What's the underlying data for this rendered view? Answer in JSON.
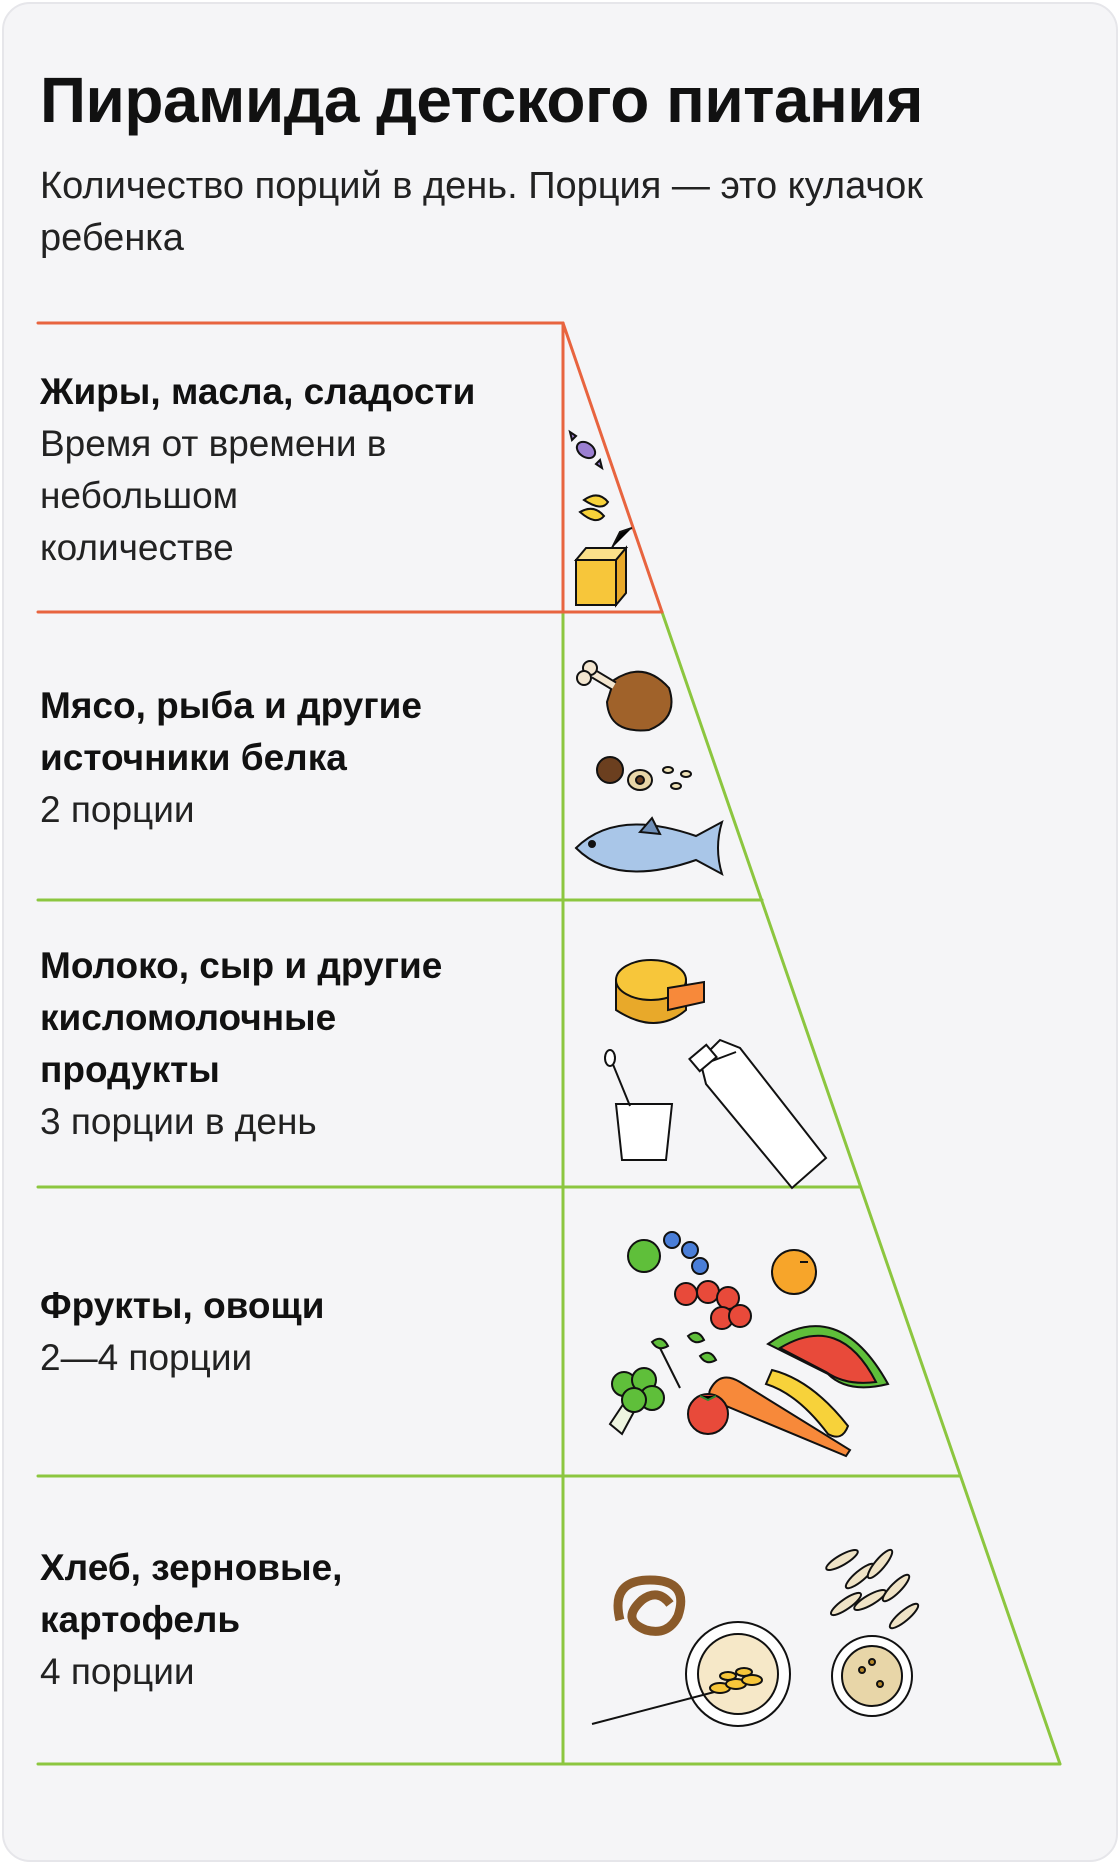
{
  "title": "Пирамида детского питания",
  "subtitle": "Количество порций в день. Порция — это кулачок ребенка",
  "tiers": [
    {
      "title": "Жиры, масла, сладости",
      "text": "Время от времени в небольшом количестве",
      "icons": [
        "candy-icon",
        "cashew-icon",
        "juice-box-icon"
      ],
      "color": "#e8643f"
    },
    {
      "title": "Мясо, рыба и другие источники белка",
      "text": "2 порции",
      "icons": [
        "chicken-leg-icon",
        "nuts-icon",
        "fish-icon"
      ],
      "color": "#8cc63f"
    },
    {
      "title": "Молоко, сыр и другие кисломолочные продукты",
      "text": "3 порции в день",
      "icons": [
        "cheese-icon",
        "yogurt-icon",
        "milk-bottle-icon"
      ],
      "color": "#8cc63f"
    },
    {
      "title": "Фрукты, овощи",
      "text": "2—4 порции",
      "icons": [
        "berries-icon",
        "orange-icon",
        "watermelon-icon",
        "banana-icon",
        "carrot-icon",
        "tomato-icon",
        "broccoli-icon",
        "herbs-icon"
      ],
      "color": "#8cc63f"
    },
    {
      "title": "Хлеб, зерновые, картофель",
      "text": "4 порции",
      "icons": [
        "pretzel-icon",
        "porridge-bowl-icon",
        "oat-flakes-icon",
        "grain-bowl-icon",
        "wheat-icon"
      ],
      "color": "#8cc63f"
    }
  ]
}
